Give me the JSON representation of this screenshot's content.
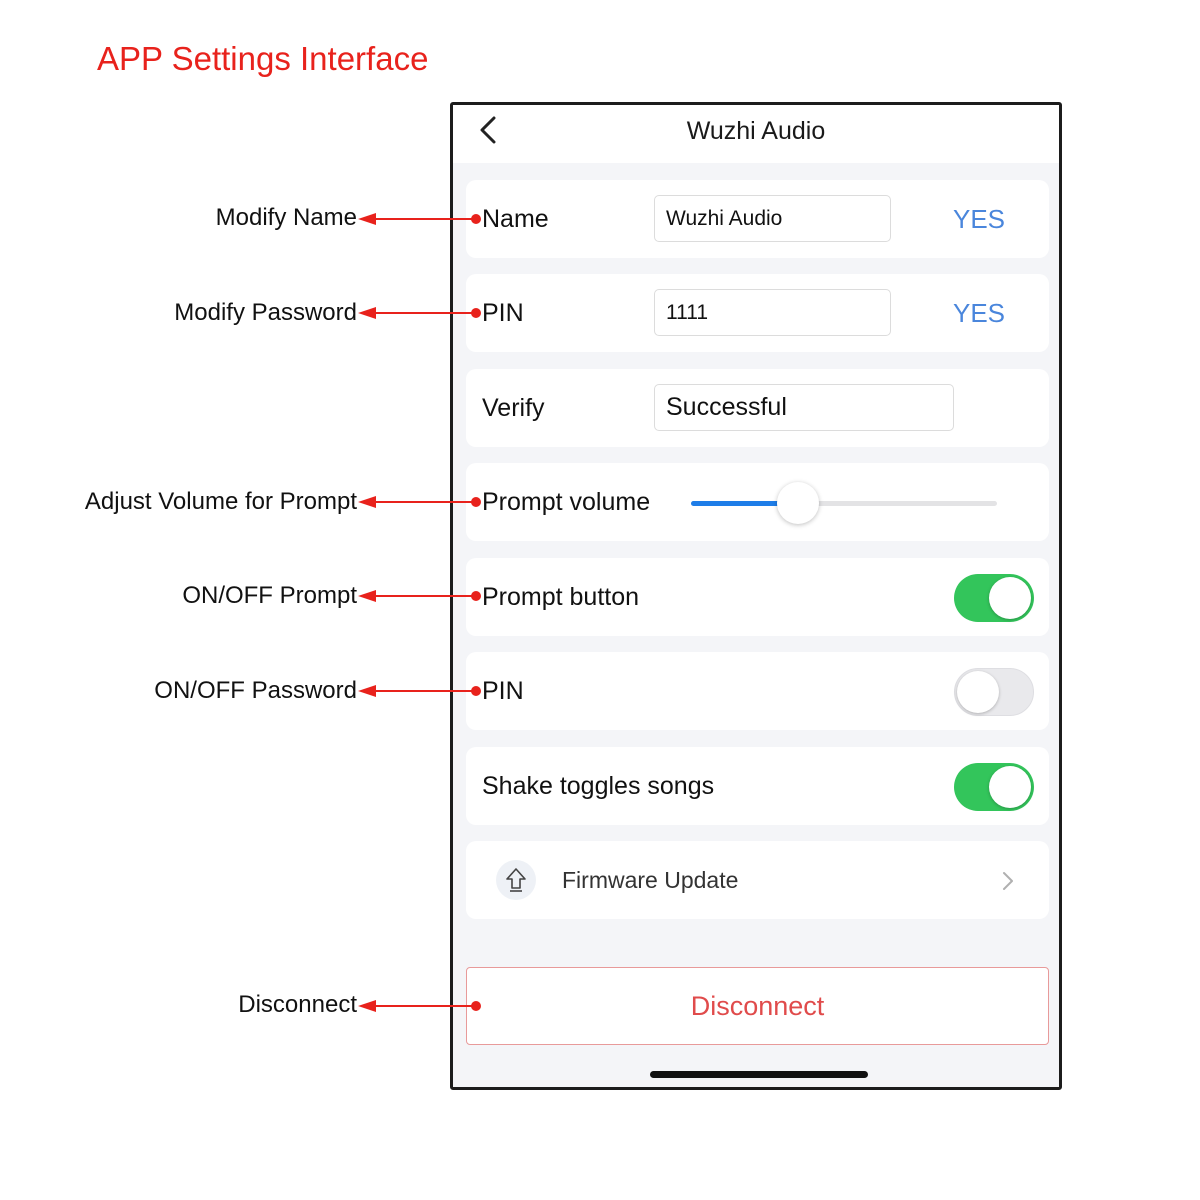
{
  "page_title": "APP Settings Interface",
  "header": {
    "title": "Wuzhi Audio",
    "back_icon": "chevron-left-icon"
  },
  "settings": {
    "name": {
      "label": "Name",
      "value": "Wuzhi Audio",
      "confirm": "YES"
    },
    "pin": {
      "label": "PIN",
      "value": "1111",
      "confirm": "YES"
    },
    "verify": {
      "label": "Verify",
      "value": "Successful"
    },
    "prompt_volume": {
      "label": "Prompt volume",
      "level_percent": 35
    },
    "prompt_button": {
      "label": "Prompt button",
      "enabled": true
    },
    "pin_lock": {
      "label": "PIN",
      "enabled": false
    },
    "shake": {
      "label": "Shake toggles songs",
      "enabled": true
    },
    "firmware": {
      "label": "Firmware Update",
      "icon": "upload-arrow-icon"
    },
    "disconnect": {
      "label": "Disconnect"
    }
  },
  "annotations": [
    {
      "label": "Modify Name"
    },
    {
      "label": "Modify Password"
    },
    {
      "label": "Adjust Volume for Prompt"
    },
    {
      "label": "ON/OFF Prompt"
    },
    {
      "label": "ON/OFF Password"
    },
    {
      "label": "Disconnect"
    }
  ],
  "colors": {
    "annotation_red": "#e8221c",
    "link_blue": "#4a86dc",
    "toggle_green": "#33c55b",
    "slider_blue": "#1e7de8",
    "disconnect_red": "#e04b4b"
  }
}
